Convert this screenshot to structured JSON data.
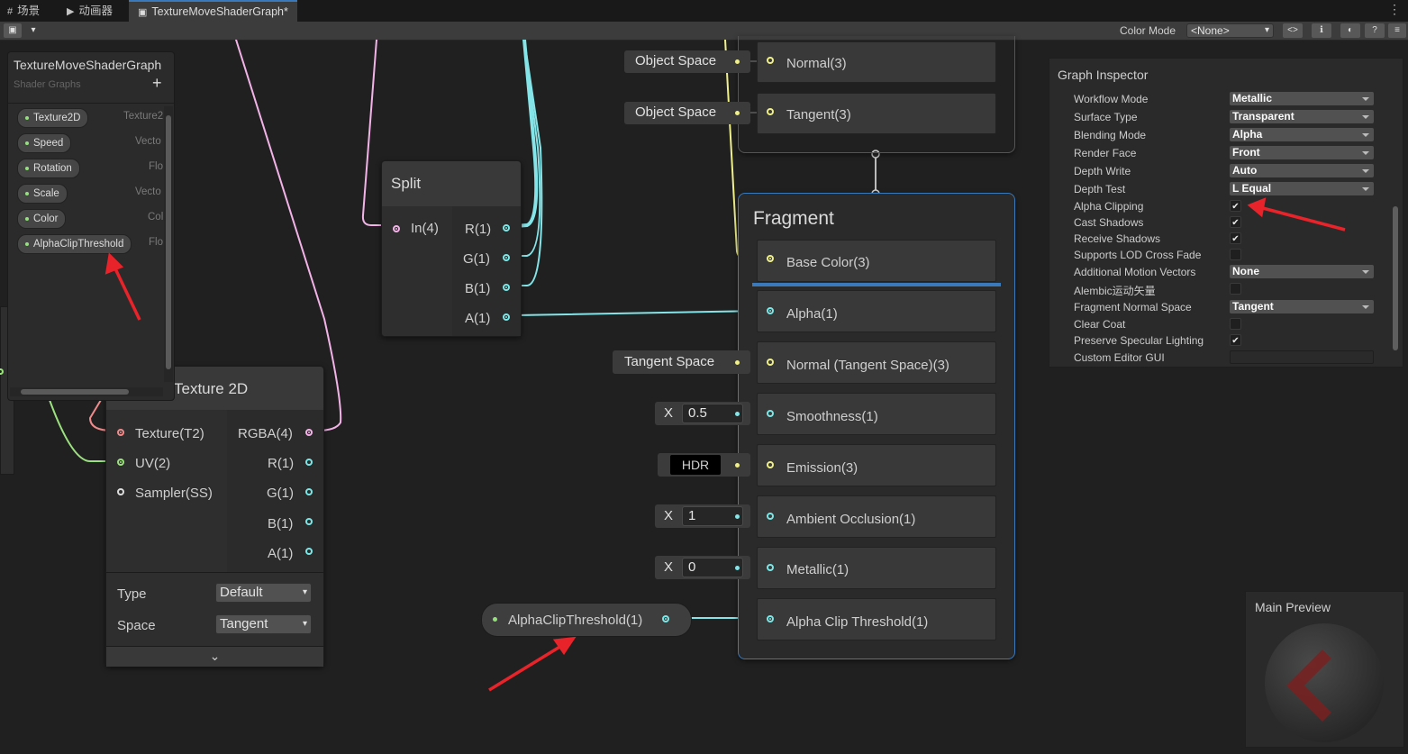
{
  "tabs": [
    {
      "icon": "#",
      "label": "场景"
    },
    {
      "icon": "▶",
      "label": "动画器"
    },
    {
      "icon": "▣",
      "label": "TextureMoveShaderGraph*"
    }
  ],
  "toolbar": {
    "color_mode_label": "Color Mode",
    "color_mode_value": "<None>"
  },
  "blackboard": {
    "title": "TextureMoveShaderGraph",
    "subtitle": "Shader Graphs",
    "add_symbol": "+",
    "properties": [
      {
        "name": "Texture2D",
        "type": "Texture2"
      },
      {
        "name": "Speed",
        "type": "Vecto"
      },
      {
        "name": "Rotation",
        "type": "Flo"
      },
      {
        "name": "Scale",
        "type": "Vecto"
      },
      {
        "name": "Color",
        "type": "Col"
      },
      {
        "name": "AlphaClipThreshold",
        "type": "Flo"
      }
    ]
  },
  "split_node": {
    "title": "Split",
    "input": "In(4)",
    "outputs": [
      "R(1)",
      "G(1)",
      "B(1)",
      "A(1)"
    ]
  },
  "texture_node": {
    "title": "Texture 2D",
    "inputs": [
      "Texture(T2)",
      "UV(2)",
      "Sampler(SS)"
    ],
    "outputs": [
      "RGBA(4)",
      "R(1)",
      "G(1)",
      "B(1)",
      "A(1)"
    ],
    "type_label": "Type",
    "type_value": "Default",
    "space_label": "Space",
    "space_value": "Tangent",
    "expand_symbol": "⌄"
  },
  "vertex_slots": [
    {
      "label": "Normal(3)",
      "inline": "Object Space"
    },
    {
      "label": "Tangent(3)",
      "inline": "Object Space"
    }
  ],
  "fragment": {
    "title": "Fragment",
    "slots": [
      {
        "label": "Base Color(3)"
      },
      {
        "label": "Alpha(1)"
      },
      {
        "label": "Normal (Tangent Space)(3)",
        "inline": "Tangent Space"
      },
      {
        "label": "Smoothness(1)",
        "x_label": "X",
        "value": "0.5"
      },
      {
        "label": "Emission(3)",
        "hdr": "HDR"
      },
      {
        "label": "Ambient Occlusion(1)",
        "x_label": "X",
        "value": "1"
      },
      {
        "label": "Metallic(1)",
        "x_label": "X",
        "value": "0"
      },
      {
        "label": "Alpha Clip Threshold(1)"
      }
    ]
  },
  "property_node": {
    "label": "AlphaClipThreshold(1)"
  },
  "inspector": {
    "title": "Graph Inspector",
    "rows": [
      {
        "label": "Workflow Mode",
        "kind": "dropdown",
        "value": "Metallic"
      },
      {
        "label": "Surface Type",
        "kind": "dropdown",
        "value": "Transparent"
      },
      {
        "label": "Blending Mode",
        "kind": "dropdown",
        "value": "Alpha"
      },
      {
        "label": "Render Face",
        "kind": "dropdown",
        "value": "Front"
      },
      {
        "label": "Depth Write",
        "kind": "dropdown",
        "value": "Auto"
      },
      {
        "label": "Depth Test",
        "kind": "dropdown",
        "value": "L Equal"
      },
      {
        "label": "Alpha Clipping",
        "kind": "checkbox",
        "checked": true
      },
      {
        "label": "Cast Shadows",
        "kind": "checkbox",
        "checked": true
      },
      {
        "label": "Receive Shadows",
        "kind": "checkbox",
        "checked": true
      },
      {
        "label": "Supports LOD Cross Fade",
        "kind": "checkbox",
        "checked": false
      },
      {
        "label": "Additional Motion Vectors",
        "kind": "dropdown",
        "value": "None"
      },
      {
        "label": "Alembic运动矢量",
        "kind": "checkbox",
        "checked": false
      },
      {
        "label": "Fragment Normal Space",
        "kind": "dropdown",
        "value": "Tangent"
      },
      {
        "label": "Clear Coat",
        "kind": "checkbox",
        "checked": false
      },
      {
        "label": "Preserve Specular Lighting",
        "kind": "checkbox",
        "checked": true
      },
      {
        "label": "Custom Editor GUI",
        "kind": "text",
        "value": ""
      }
    ]
  },
  "preview": {
    "title": "Main Preview"
  },
  "colors": {
    "accent": "#3a79bb",
    "wire_cyan": "#84e4e7",
    "wire_yellow": "#f0f08a",
    "wire_pink": "#f3b3e8",
    "wire_green": "#9be27f",
    "annotation_red": "#e8232a"
  }
}
